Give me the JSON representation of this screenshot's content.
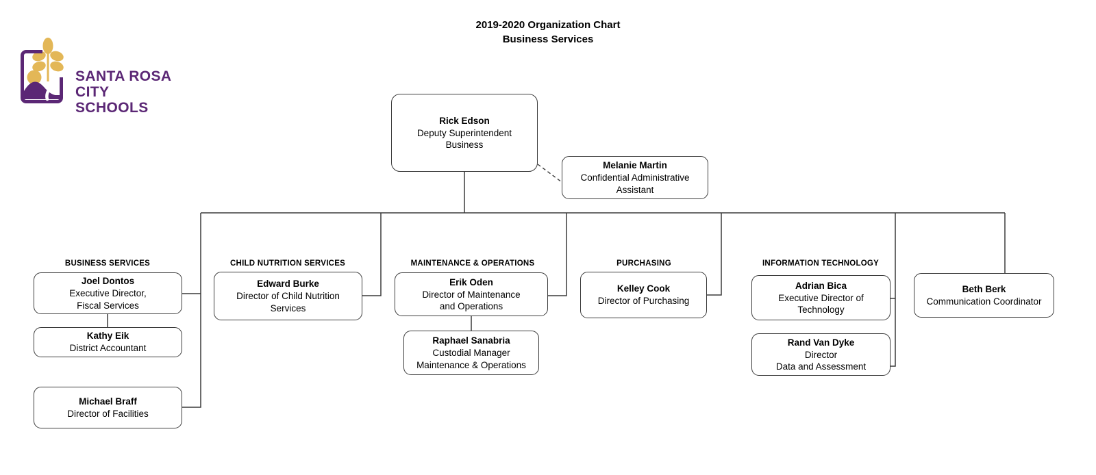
{
  "document": {
    "title_line1": "2019-2020 Organization Chart",
    "title_line2": "Business Services",
    "title": "2019-2020 Organization Chart\nBusiness Services"
  },
  "logo": {
    "name": "santa-rosa-city-schools-logo",
    "line1": "SANTA ROSA",
    "line2": "CITY SCHOOLS",
    "text": "SANTA ROSA\nCITY SCHOOLS",
    "purple": "#5b2775",
    "gold": "#e3b757"
  },
  "colors": {
    "box_border": "#3a3a3a",
    "connector": "#3a3a3a",
    "text": "#000000",
    "background": "#ffffff"
  },
  "chart_data": {
    "type": "org-chart",
    "title": "2019-2020 Organization Chart — Business Services",
    "root": {
      "name": "Rick Edson",
      "title": "Deputy Superintendent\nBusiness",
      "title_line1": "Deputy Superintendent",
      "title_line2": "Business"
    },
    "assistant": {
      "name": "Melanie Martin",
      "title": "Confidential Administrative\nAssistant",
      "title_line1": "Confidential Administrative",
      "title_line2": "Assistant",
      "connector": "dashed"
    },
    "groups": [
      {
        "label": "BUSINESS SERVICES",
        "nodes": [
          {
            "name": "Joel Dontos",
            "title": "Executive Director,\nFiscal Services"
          },
          {
            "name": "Kathy Eik",
            "title": "District Accountant"
          },
          {
            "name": "Michael Braff",
            "title": "Director of Facilities"
          }
        ]
      },
      {
        "label": "CHILD NUTRITION SERVICES",
        "nodes": [
          {
            "name": "Edward Burke",
            "title": "Director of Child Nutrition\nServices"
          }
        ]
      },
      {
        "label": "MAINTENANCE & OPERATIONS",
        "nodes": [
          {
            "name": "Erik Oden",
            "title": "Director of Maintenance\nand Operations"
          },
          {
            "name": "Raphael Sanabria",
            "title": "Custodial Manager\nMaintenance & Operations"
          }
        ]
      },
      {
        "label": "PURCHASING",
        "nodes": [
          {
            "name": "Kelley Cook",
            "title": "Director of Purchasing"
          }
        ]
      },
      {
        "label": "INFORMATION TECHNOLOGY",
        "nodes": [
          {
            "name": "Adrian Bica",
            "title": "Executive Director of\nTechnology"
          },
          {
            "name": "Rand Van Dyke",
            "title": "Director\nData and Assessment"
          }
        ]
      },
      {
        "label": "",
        "nodes": [
          {
            "name": "Beth Berk",
            "title": "Communication Coordinator"
          }
        ]
      }
    ]
  }
}
